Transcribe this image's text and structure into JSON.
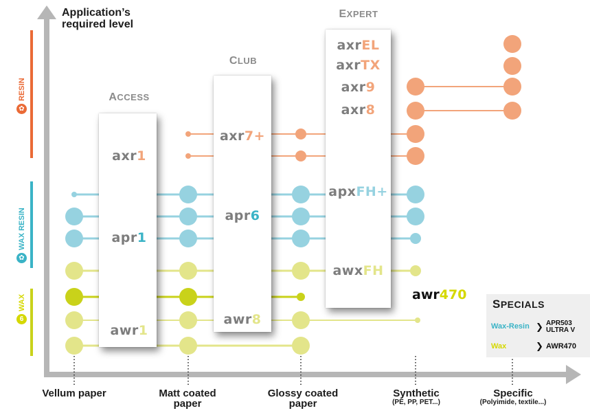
{
  "y_axis_title_line1": "Application’s",
  "y_axis_title_line2": "required level",
  "x_axis": [
    {
      "main": "Vellum paper",
      "sub": ""
    },
    {
      "main": "Matt coated",
      "main2": "paper",
      "sub": ""
    },
    {
      "main": "Glossy coated",
      "main2": "paper",
      "sub": ""
    },
    {
      "main": "Synthetic",
      "sub": "(PE, PP, PET...)"
    },
    {
      "main": "Specific",
      "sub": "(Polyimide, textile...)"
    }
  ],
  "categories": {
    "resin": "RESIN",
    "wax_resin": "WAX RESIN",
    "wax": "WAX"
  },
  "tiers": {
    "access": {
      "initial": "A",
      "rest": "CCESS"
    },
    "club": {
      "initial": "C",
      "rest": "LUB"
    },
    "expert": {
      "initial": "E",
      "rest": "XPERT"
    }
  },
  "products": {
    "axr1": {
      "base": "axr",
      "suffix": "1"
    },
    "apr1": {
      "base": "apr",
      "suffix": "1"
    },
    "awr1": {
      "base": "awr",
      "suffix": "1"
    },
    "axr7": {
      "base": "axr",
      "suffix": "7+"
    },
    "apr6": {
      "base": "apr",
      "suffix": "6"
    },
    "awr8": {
      "base": "awr",
      "suffix": "8"
    },
    "axrel": {
      "base": "axr",
      "suffix": "EL"
    },
    "axrtx": {
      "base": "axr",
      "suffix": "TX"
    },
    "axr9": {
      "base": "axr",
      "suffix": "9"
    },
    "axr8": {
      "base": "axr",
      "suffix": "8"
    },
    "apxfh": {
      "base": "apx",
      "suffix": "FH+"
    },
    "awxfh": {
      "base": "awx",
      "suffix": "FH"
    }
  },
  "awr470": {
    "base": "awr",
    "suffix": "470"
  },
  "specials": {
    "title_initial": "S",
    "title_rest": "PECIALS",
    "wax_resin_label": "Wax-Resin",
    "wax_resin_value1": "APR503",
    "wax_resin_value2": "ULTRA V",
    "wax_label": "Wax",
    "wax_value": "AWR470",
    "arrow": "❯"
  },
  "colors": {
    "resin": "#f2a47a",
    "resin_dark": "#ea6a36",
    "wax_resin": "#96d2e0",
    "wax_resin_dark": "#3ab3c6",
    "wax": "#e3e58a",
    "wax_strong": "#c9d21a",
    "wax_label": "#d5d800",
    "axis": "#b6b6b6"
  }
}
